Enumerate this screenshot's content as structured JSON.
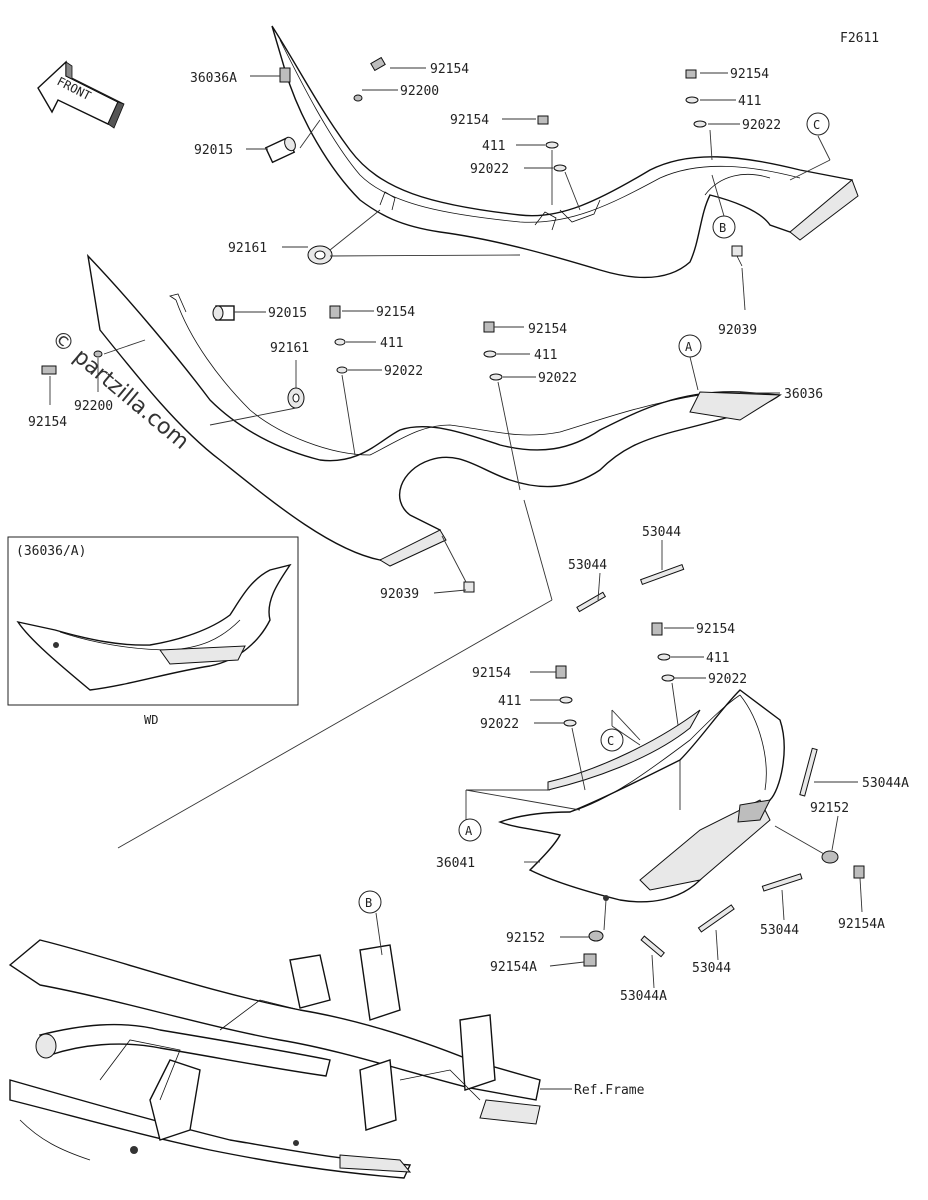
{
  "figure_id": "F2611",
  "front_arrow": {
    "text": "FRONT"
  },
  "watermark": {
    "text": "© partzilla.com"
  },
  "inset": {
    "title": "(36036/A)",
    "caption": "WD"
  },
  "callouts": {
    "a": "A",
    "b": "B",
    "c": "C"
  },
  "parts": {
    "p36036A": "36036A",
    "p36036": "36036",
    "p36041": "36041",
    "p92154": "92154",
    "p92154A": "92154A",
    "p92200": "92200",
    "p92015": "92015",
    "p411": "411",
    "p92022": "92022",
    "p92161": "92161",
    "p92039": "92039",
    "p53044": "53044",
    "p53044A": "53044A",
    "p92152": "92152"
  },
  "ref_frame": "Ref.Frame"
}
